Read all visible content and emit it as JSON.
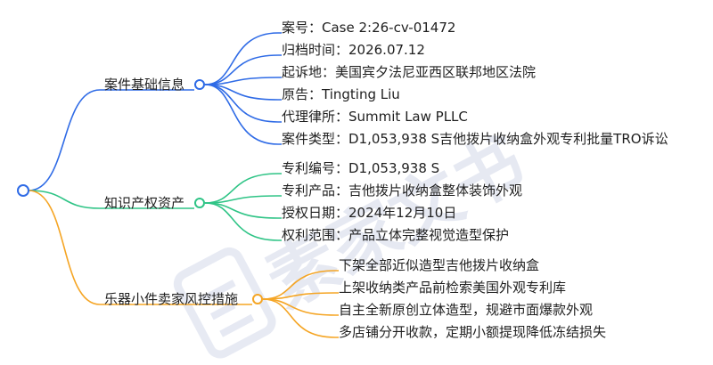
{
  "colors": {
    "blue": "#2f6be6",
    "green": "#2fc486",
    "orange": "#f5a524",
    "root_node": "#2f6be6"
  },
  "watermark": {
    "text": "素家文书",
    "icon": "document-logo-icon"
  },
  "branches": [
    {
      "label": "案件基础信息",
      "color_key": "blue",
      "leaves": [
        "案号：Case 2:26-cv-01472",
        "归档时间：2026.07.12",
        "起诉地：美国宾夕法尼亚西区联邦地区法院",
        "原告：Tingting Liu",
        "代理律所：Summit Law PLLC",
        "案件类型：D1,053,938 S吉他拨片收纳盒外观专利批量TRO诉讼"
      ]
    },
    {
      "label": "知识产权资产",
      "color_key": "green",
      "leaves": [
        "专利编号：D1,053,938 S",
        "专利产品：吉他拨片收纳盒整体装饰外观",
        "授权日期：2024年12月10日",
        "权利范围：产品立体完整视觉造型保护"
      ]
    },
    {
      "label": "乐器小件卖家风控措施",
      "color_key": "orange",
      "leaves": [
        "下架全部近似造型吉他拨片收纳盒",
        "上架收纳类产品前检索美国外观专利库",
        "自主全新原创立体造型，规避市面爆款外观",
        "多店铺分开收款，定期小额提现降低冻结损失"
      ]
    }
  ]
}
